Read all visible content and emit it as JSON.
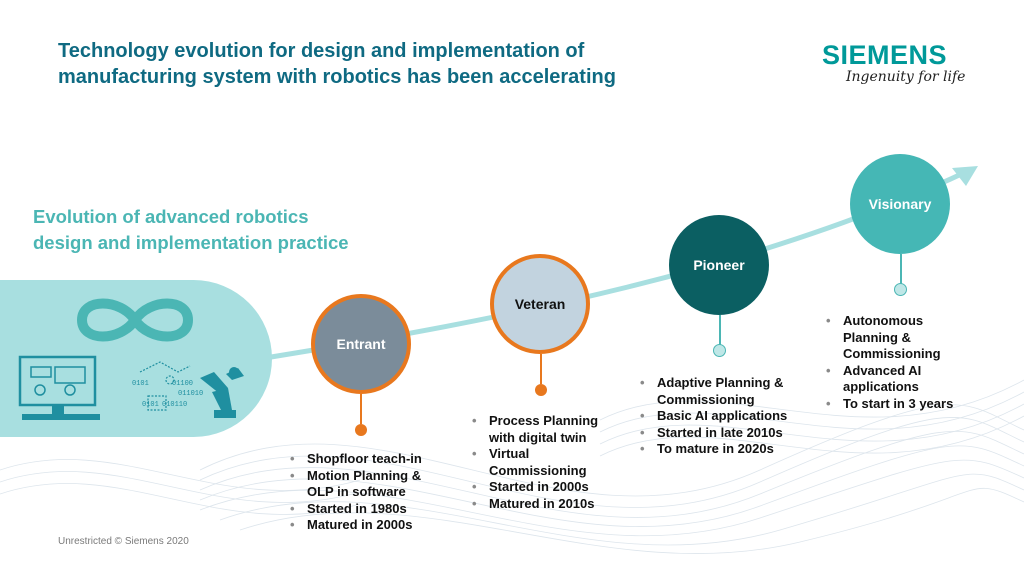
{
  "header": {
    "title_line1": "Technology evolution for design and implementation of",
    "title_line2": "manufacturing system with robotics has been accelerating"
  },
  "logo": {
    "wordmark": "SIEMENS",
    "tagline": "Ingenuity for life"
  },
  "subtitle": {
    "line1": "Evolution of advanced robotics",
    "line2": "design and implementation practice"
  },
  "illustration": {
    "binary": [
      "0101",
      "01100",
      "011010",
      "0101",
      "010110"
    ]
  },
  "stages": [
    {
      "label": "Entrant",
      "bullets": [
        "Shopfloor teach-in",
        "Motion Planning &",
        "OLP in software",
        "Started in 1980s",
        "Matured in 2000s"
      ]
    },
    {
      "label": "Veteran",
      "bullets": [
        "Process Planning",
        "with digital twin",
        "Virtual",
        "Commissioning",
        "Started in 2000s",
        "Matured in 2010s"
      ]
    },
    {
      "label": "Pioneer",
      "bullets": [
        "Adaptive Planning &",
        "Commissioning",
        "Basic AI applications",
        "Started in late 2010s",
        "To mature in 2020s"
      ]
    },
    {
      "label": "Visionary",
      "bullets": [
        "Autonomous",
        "Planning &",
        "Commissioning",
        "Advanced AI",
        "applications",
        "To start in 3 years"
      ]
    }
  ],
  "colors": {
    "title": "#0f6a82",
    "accent_teal": "#4bb6b4",
    "orange": "#e8781e",
    "entrant_fill": "#7b8c9a",
    "veteran_fill": "#c2d3df",
    "pioneer_fill": "#0b5f62",
    "visionary_fill": "#45b7b5"
  },
  "footer": {
    "text": "Unrestricted © Siemens 2020"
  }
}
